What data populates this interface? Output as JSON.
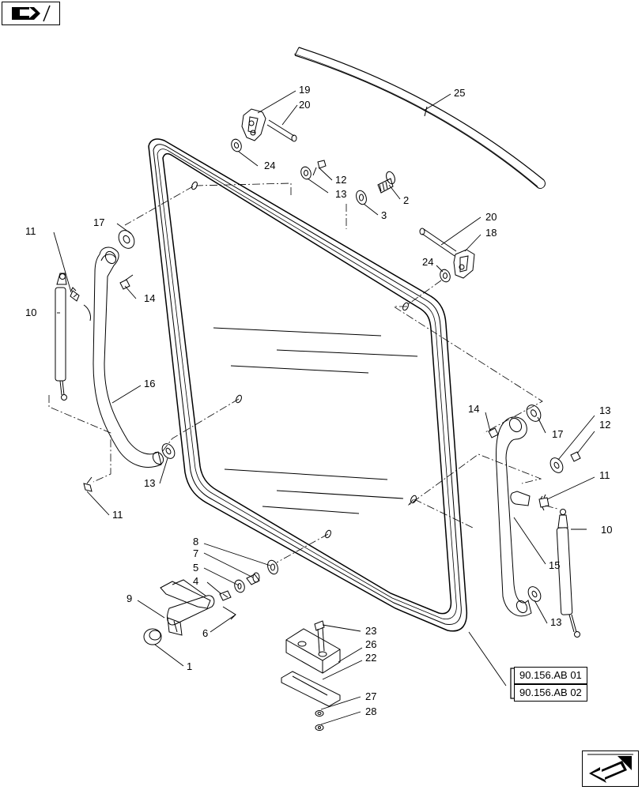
{
  "callouts": {
    "c1": "1",
    "c2": "2",
    "c3": "3",
    "c4": "4",
    "c5": "5",
    "c6": "6",
    "c7": "7",
    "c8": "8",
    "c9": "9",
    "c10a": "10",
    "c10b": "10",
    "c11a": "11",
    "c11b": "11",
    "c11c": "11",
    "c12a": "12",
    "c12b": "12",
    "c13a": "13",
    "c13b": "13",
    "c13c": "13",
    "c13d": "13",
    "c14a": "14",
    "c14b": "14",
    "c15": "15",
    "c16": "16",
    "c17a": "17",
    "c17b": "17",
    "c18": "18",
    "c19": "19",
    "c20a": "20",
    "c20b": "20",
    "c22": "22",
    "c23": "23",
    "c24a": "24",
    "c24b": "24",
    "c25": "25",
    "c26": "26",
    "c27": "27",
    "c28": "28"
  },
  "references": {
    "ref1": "90.156.AB 01",
    "ref2": "90.156.AB 02"
  },
  "icons": {
    "top_left": "previous-page-arrow-icon",
    "bottom_right": "next-page-arrow-icon"
  },
  "colors": {
    "line": "#000000",
    "background": "#ffffff"
  }
}
